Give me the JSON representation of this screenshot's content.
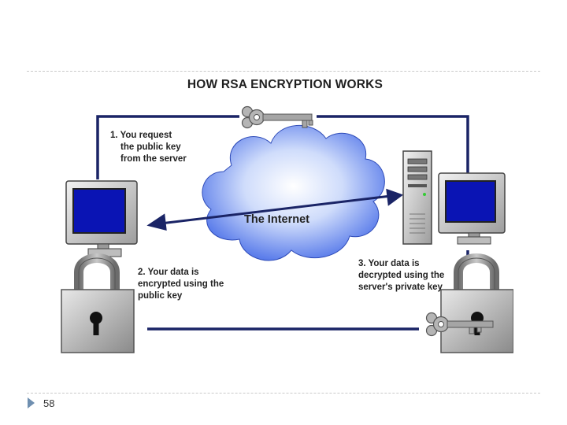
{
  "diagram": {
    "title": "HOW RSA ENCRYPTION WORKS",
    "cloud_label": "The Internet",
    "step1": [
      "1. You request",
      "the public key",
      "from the server"
    ],
    "step2": [
      "2. Your data is",
      "encrypted using the",
      "public key"
    ],
    "step3": [
      "3. Your data is",
      "decrypted using the",
      "server's private key"
    ]
  },
  "footer": {
    "slide_number": "58"
  },
  "colors": {
    "link_line": "#1a2466",
    "cloud": "#5b7ff0",
    "screen": "#0a14b4"
  },
  "icons": [
    "key-icon",
    "computer-icon",
    "server-icon",
    "padlock-icon"
  ]
}
